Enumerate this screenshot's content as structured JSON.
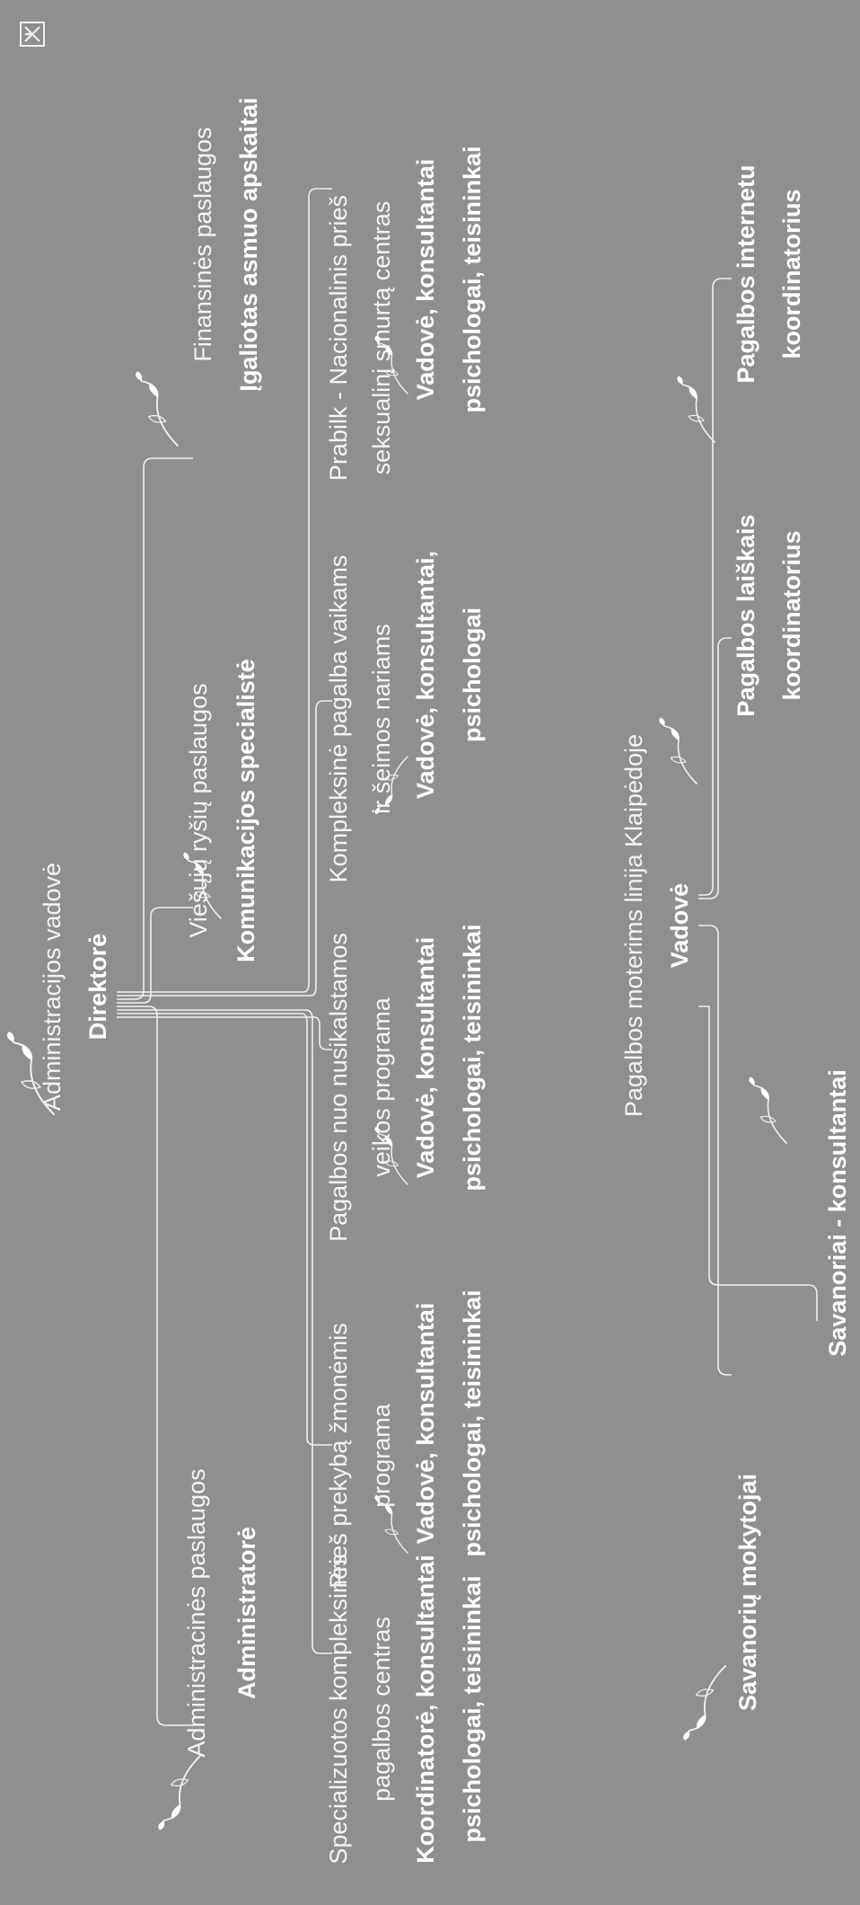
{
  "colors": {
    "background": "#8f8f8f",
    "text": "#ffffff",
    "line": "#efefef"
  },
  "director": {
    "label": "Direktorė"
  },
  "admin_head": {
    "title": "Administracijos vadovė"
  },
  "units": [
    {
      "id": "admin-services",
      "title_lines": [
        "Administracinės paslaugos"
      ],
      "staff_lines": [
        "Administratorė"
      ]
    },
    {
      "id": "public-relations",
      "title_lines": [
        "Viešųjų ryšių paslaugos"
      ],
      "staff_lines": [
        "Komunikacijos specialistė"
      ]
    },
    {
      "id": "financial-services",
      "title_lines": [
        "Finansinės paslaugos"
      ],
      "staff_lines": [
        "Įgaliotas asmuo apskaitai"
      ]
    },
    {
      "id": "specialized-center",
      "title_lines": [
        "Specializuotos kompleksinės",
        "pagalbos centras"
      ],
      "staff_lines": [
        "Koordinatorė, konsultantai",
        "psichologai, teisininkai"
      ]
    },
    {
      "id": "anti-trafficking",
      "title_lines": [
        "Prieš prekybą žmonėmis",
        "programa"
      ],
      "staff_lines": [
        "Vadovė, konsultantai",
        "psichologai, teisininkai"
      ]
    },
    {
      "id": "crime-victims",
      "title_lines": [
        "Pagalbos nuo nusikalstamos",
        "veikos programa"
      ],
      "staff_lines": [
        "Vadovė, konsultantai",
        "psichologai, teisininkai"
      ]
    },
    {
      "id": "children-family",
      "title_lines": [
        "Kompleksinė pagalba vaikams",
        "ir šeimos nariams"
      ],
      "staff_lines": [
        "Vadovė, konsultantai,",
        "psichologai"
      ]
    },
    {
      "id": "prabilk",
      "title_lines": [
        "Prabilk - Nacionalinis prieš",
        "seksualinį smurtą centras"
      ],
      "staff_lines": [
        "Vadovė, konsultantai",
        "psichologai, teisininkai"
      ]
    }
  ],
  "helpline": {
    "title": "Pagalbos moterims linija Klaipėdoje",
    "head": "Vadovė",
    "sub": [
      {
        "id": "volunteer-teachers",
        "lines": [
          "Savanorių mokytojai"
        ]
      },
      {
        "id": "volunteer-consultants",
        "lines": [
          "Savanoriai - konsultantai"
        ]
      },
      {
        "id": "letters-coordinator",
        "lines": [
          "Pagalbos laiškais",
          "koordinatorius"
        ]
      },
      {
        "id": "internet-coordinator",
        "lines": [
          "Pagalbos internetu",
          "koordinatorius"
        ]
      }
    ]
  }
}
